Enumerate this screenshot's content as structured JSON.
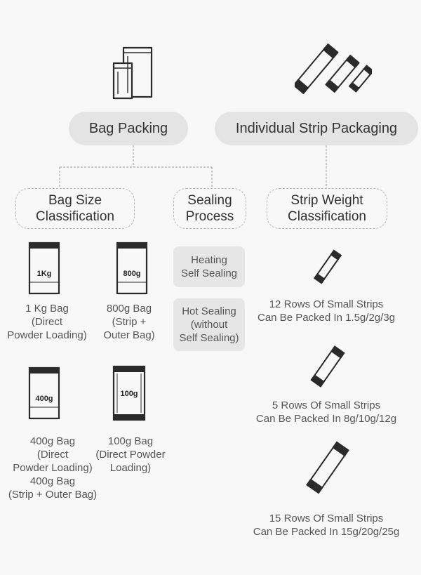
{
  "top": {
    "bag_packing": "Bag Packing",
    "strip_packaging": "Individual Strip Packaging"
  },
  "categories": {
    "bag_size": "Bag Size\nClassification",
    "sealing": "Sealing\nProcess",
    "strip_weight": "Strip Weight\nClassification"
  },
  "bags": [
    {
      "label": "1Kg",
      "caption": "1 Kg Bag\n(Direct\nPowder Loading)"
    },
    {
      "label": "800g",
      "caption": "800g Bag\n(Strip +\nOuter Bag)"
    },
    {
      "label": "400g",
      "caption": "400g Bag\n(Direct\nPowder Loading)\n400g Bag\n(Strip + Outer Bag)"
    },
    {
      "label": "100g",
      "caption": "100g Bag\n(Direct Powder\nLoading)"
    }
  ],
  "sealing": [
    {
      "text": "Heating\nSelf Sealing"
    },
    {
      "text": "Hot Sealing\n(without\nSelf Sealing)"
    }
  ],
  "strips": [
    {
      "caption": "12 Rows Of Small Strips\nCan Be Packed In 1.5g/2g/3g"
    },
    {
      "caption": "5 Rows Of Small Strips\nCan Be Packed In 8g/10g/12g"
    },
    {
      "caption": "15 Rows Of Small Strips\nCan Be Packed In 15g/20g/25g"
    }
  ]
}
